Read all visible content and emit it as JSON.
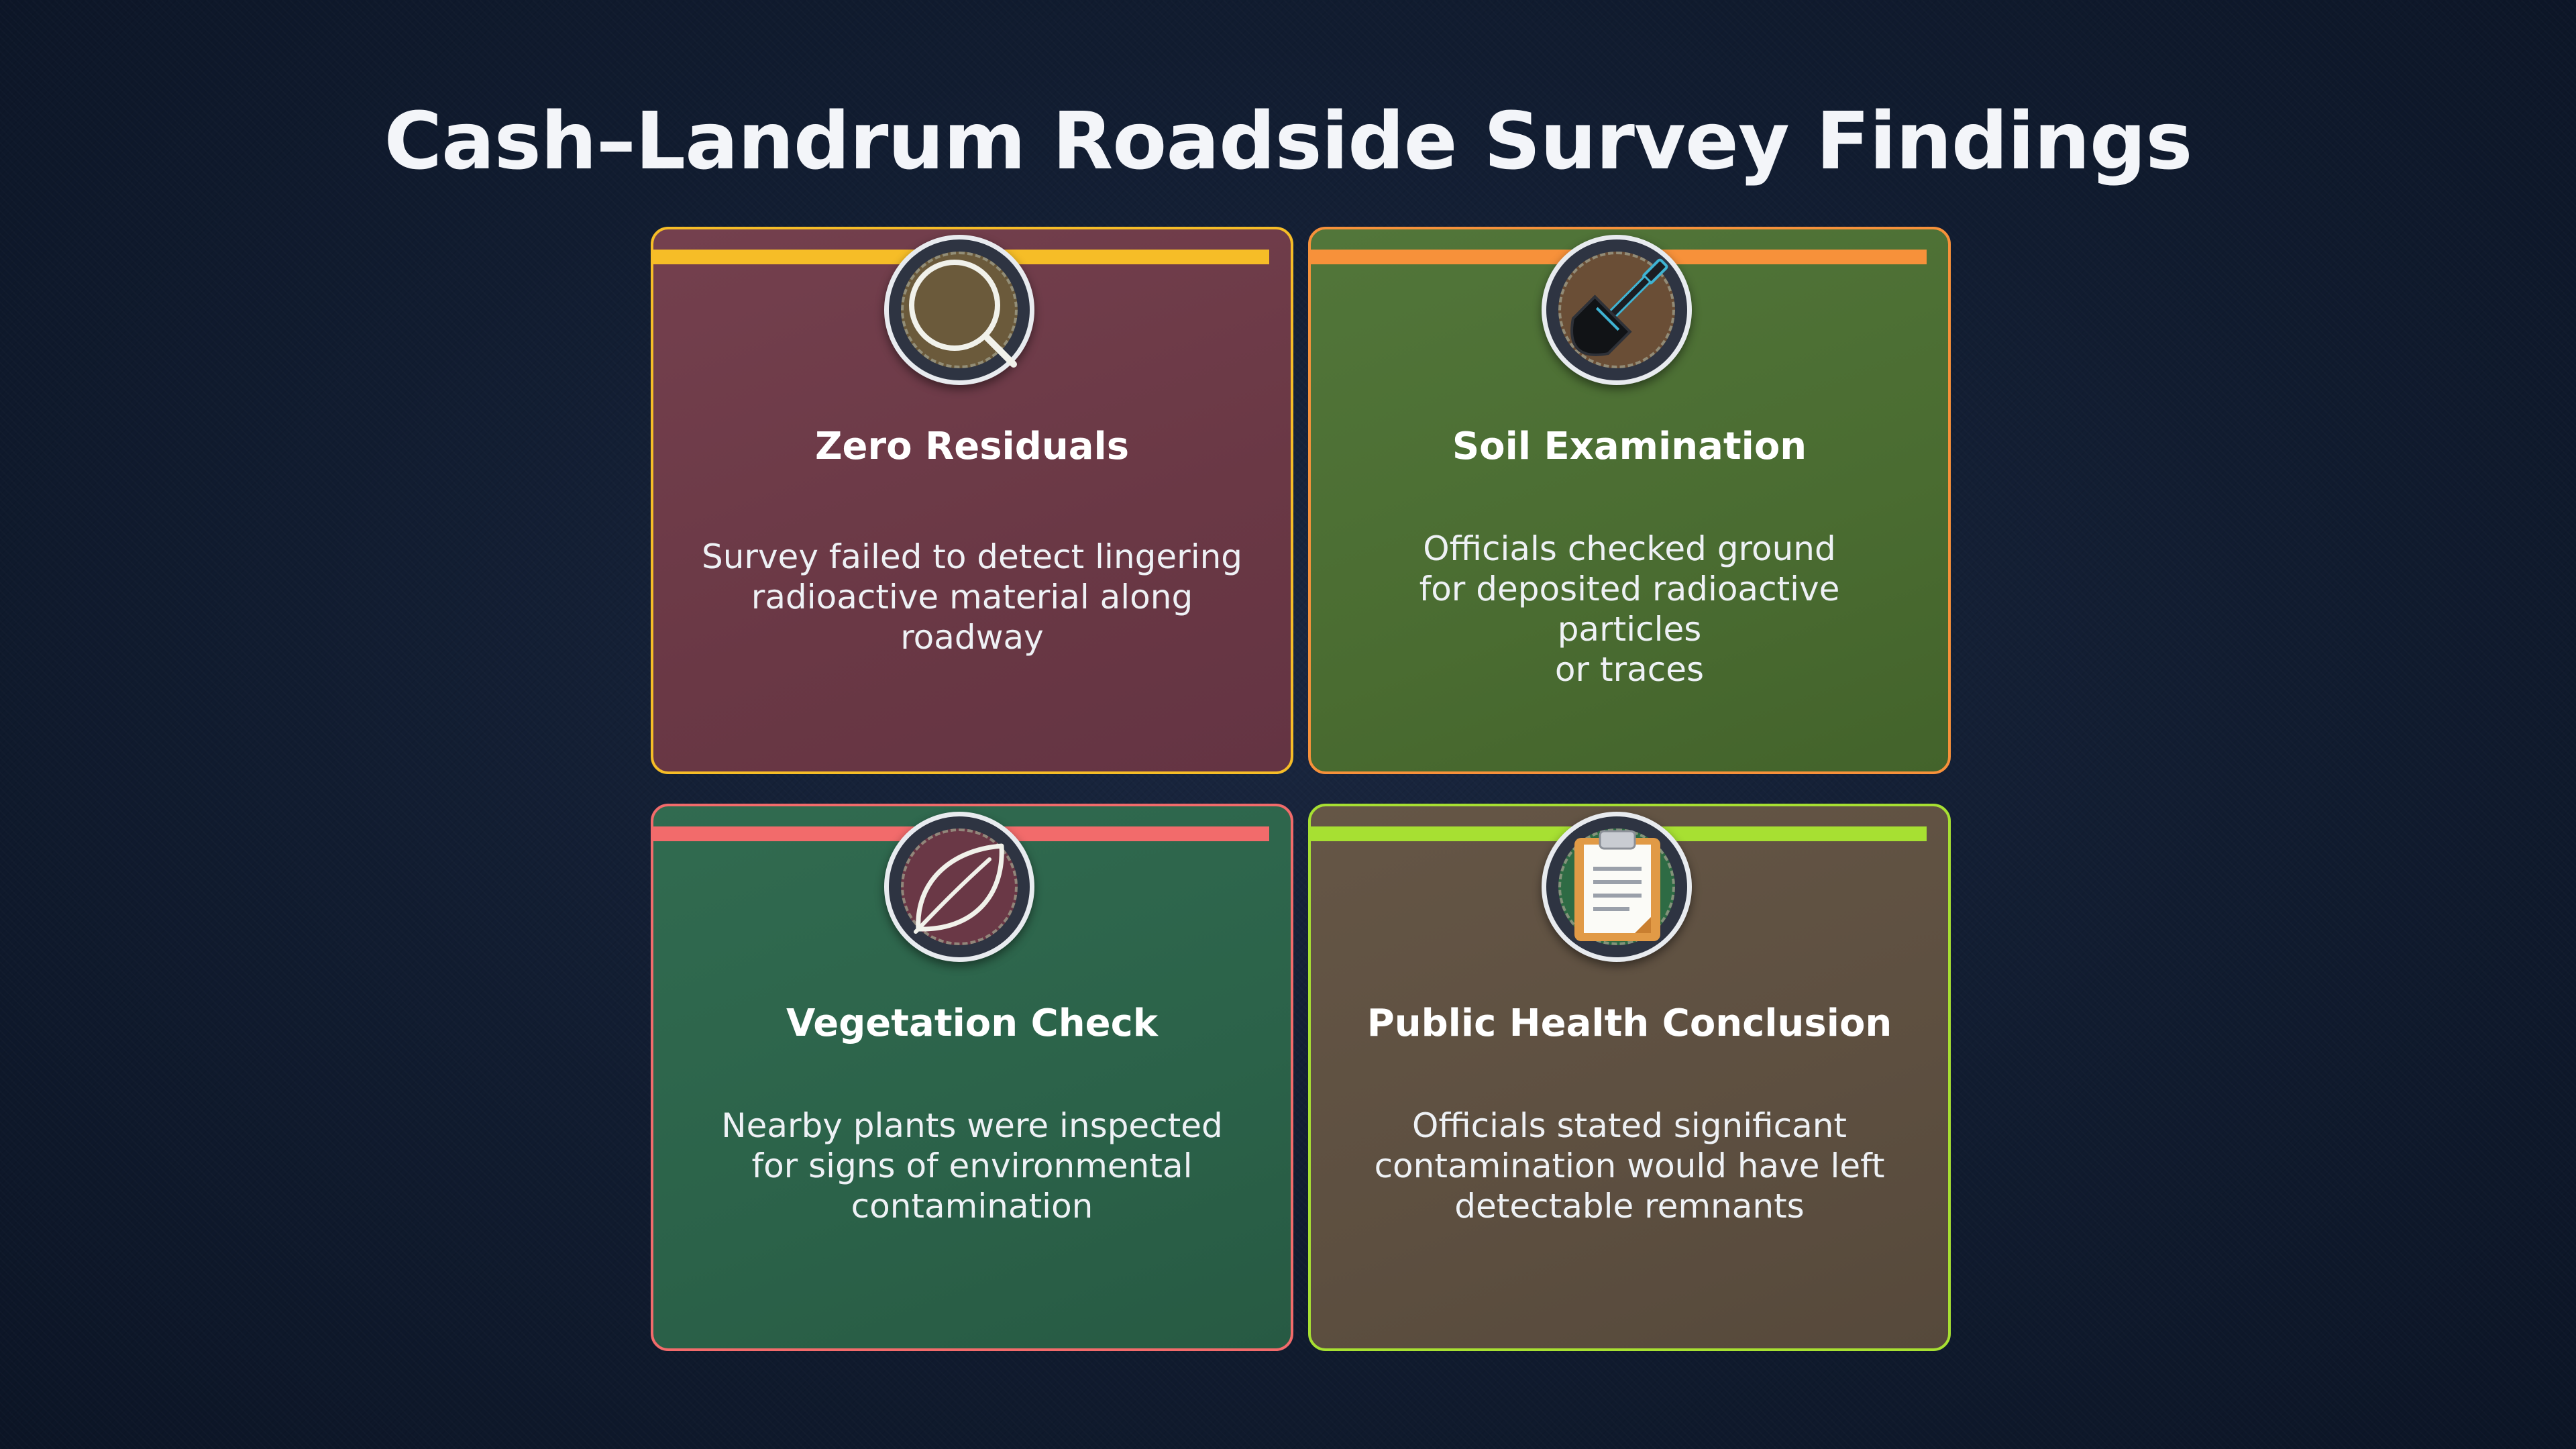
{
  "title": "Cash–Landrum Roadside Survey Findings",
  "cards": [
    {
      "heading": "Zero Residuals",
      "body": "Survey failed to detect lingering\nradioactive material along roadway",
      "icon": "magnifier-icon",
      "accent": "#f6bd27",
      "background": "#6e3a48"
    },
    {
      "heading": "Soil Examination",
      "body": "Officials checked ground\nfor deposited radioactive particles\nor traces",
      "icon": "shovel-icon",
      "accent": "#f7913a",
      "background": "#4b6d30"
    },
    {
      "heading": "Vegetation Check",
      "body": "Nearby plants were inspected\nfor signs of environmental\ncontamination",
      "icon": "leaf-icon",
      "accent": "#f26b6b",
      "background": "#2c634a"
    },
    {
      "heading": "Public Health Conclusion",
      "body": "Officials stated significant\ncontamination would have left\ndetectable remnants",
      "icon": "clipboard-icon",
      "accent": "#a7e032",
      "background": "#5e5040"
    }
  ]
}
